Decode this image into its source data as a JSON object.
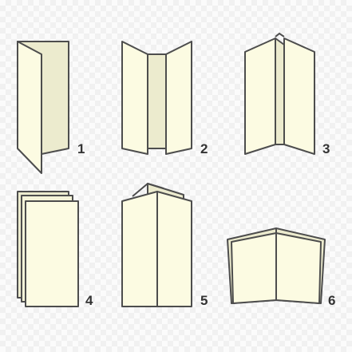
{
  "figures": [
    {
      "id": "fold-1",
      "number": "1"
    },
    {
      "id": "fold-2",
      "number": "2"
    },
    {
      "id": "fold-3",
      "number": "3"
    },
    {
      "id": "fold-4",
      "number": "4"
    },
    {
      "id": "fold-5",
      "number": "5"
    },
    {
      "id": "fold-6",
      "number": "6"
    }
  ],
  "colors": {
    "paper": "#fcfbe2",
    "paper_shade": "#ecebce",
    "outline": "#4d4d4d",
    "number": "#333333"
  }
}
